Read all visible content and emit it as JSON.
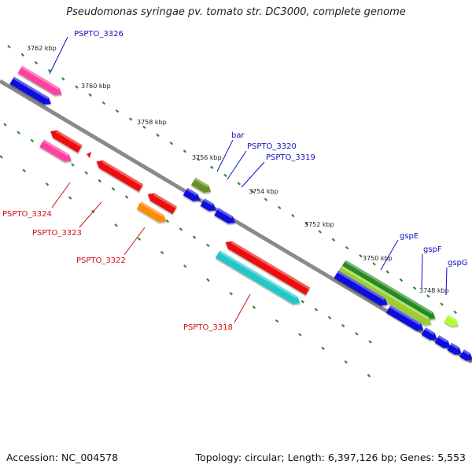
{
  "title": "Pseudomonas syringae pv. tomato str. DC3000, complete genome",
  "footer": {
    "accession": "Accession: NC_004578",
    "summary": "Topology: circular; Length: 6,397,126 bp; Genes: 5,553"
  },
  "colors": {
    "backbone": "#8a8a8a",
    "tick": "#2e8b2e",
    "cds": "#1010e0",
    "label_forward": "#1010c0",
    "label_reverse": "#d01010"
  },
  "scale_ticks": [
    "3762 kbp",
    "3760 kbp",
    "3758 kbp",
    "3756 kbp",
    "3754 kbp",
    "3752 kbp",
    "3750 kbp",
    "3748 kbp"
  ],
  "gene_labels_forward": [
    "PSPTO_3326",
    "bar",
    "PSPTO_3320",
    "PSPTO_3319",
    "gspE",
    "gspF",
    "gspG"
  ],
  "gene_labels_reverse": [
    "PSPTO_3324",
    "PSPTO_3323",
    "PSPTO_3322",
    "PSPTO_3318"
  ],
  "feature_colors": {
    "pink": "#ff3fa0",
    "red": "#ee1010",
    "orange": "#ff8c00",
    "olive": "#6b8e23",
    "cyan": "#20c8c8",
    "darkgreen": "#228b22",
    "lightgreen": "#9acd32",
    "lime": "#adff2f"
  }
}
